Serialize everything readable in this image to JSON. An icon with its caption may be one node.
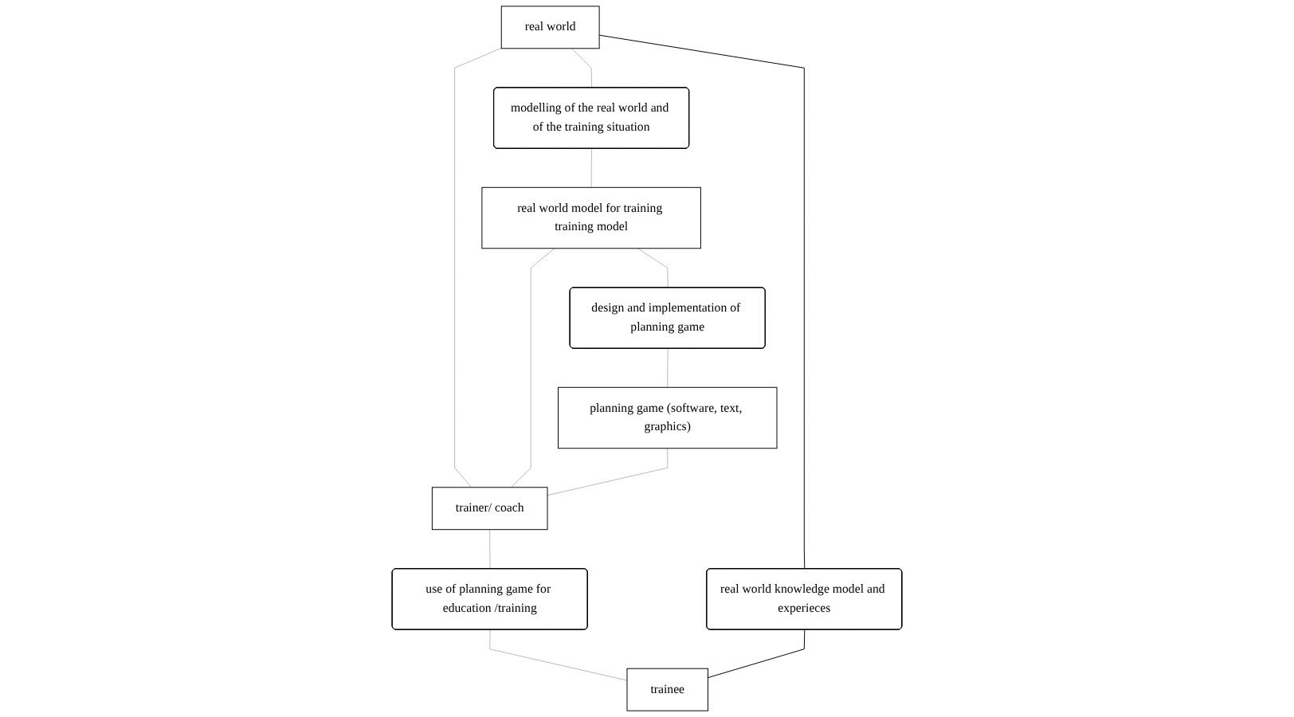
{
  "diagram": {
    "nodes": [
      {
        "text": [
          "real world"
        ]
      },
      {
        "text": [
          "modelling of the real world and of the training situation"
        ]
      },
      {
        "text": [
          "real world model for training training model"
        ]
      },
      {
        "text": [
          "design and implementation of planning game"
        ]
      },
      {
        "text": [
          "real world knowledge model and experieces"
        ]
      },
      {
        "text": [
          "planning game (software, text, graphics)"
        ]
      },
      {
        "text": [
          "trainer/ coach"
        ]
      },
      {
        "text": [
          "use of planning game for education /training"
        ]
      },
      {
        "text": [
          "trainee"
        ]
      }
    ],
    "edges": [
      {
        "from": 0,
        "to": 1,
        "arrow": "none"
      },
      {
        "from": 1,
        "to": 2,
        "arrow": "none"
      },
      {
        "from": 0,
        "to": 4,
        "arrow": "none",
        "color": "#000000"
      },
      {
        "from": 0,
        "to": 6,
        "arrow": "none"
      },
      {
        "from": 2,
        "to": 3,
        "arrow": "none"
      },
      {
        "from": 2,
        "to": 6,
        "arrow": "none"
      },
      {
        "from": 3,
        "to": 5,
        "arrow": "none"
      },
      {
        "from": 5,
        "to": 6,
        "arrow": "none"
      },
      {
        "from": 6,
        "to": 7,
        "arrow": "none"
      },
      {
        "from": 7,
        "to": 8,
        "arrow": "none"
      },
      {
        "from": 4,
        "to": 8,
        "arrow": "none",
        "color": "#000000"
      }
    ]
  }
}
